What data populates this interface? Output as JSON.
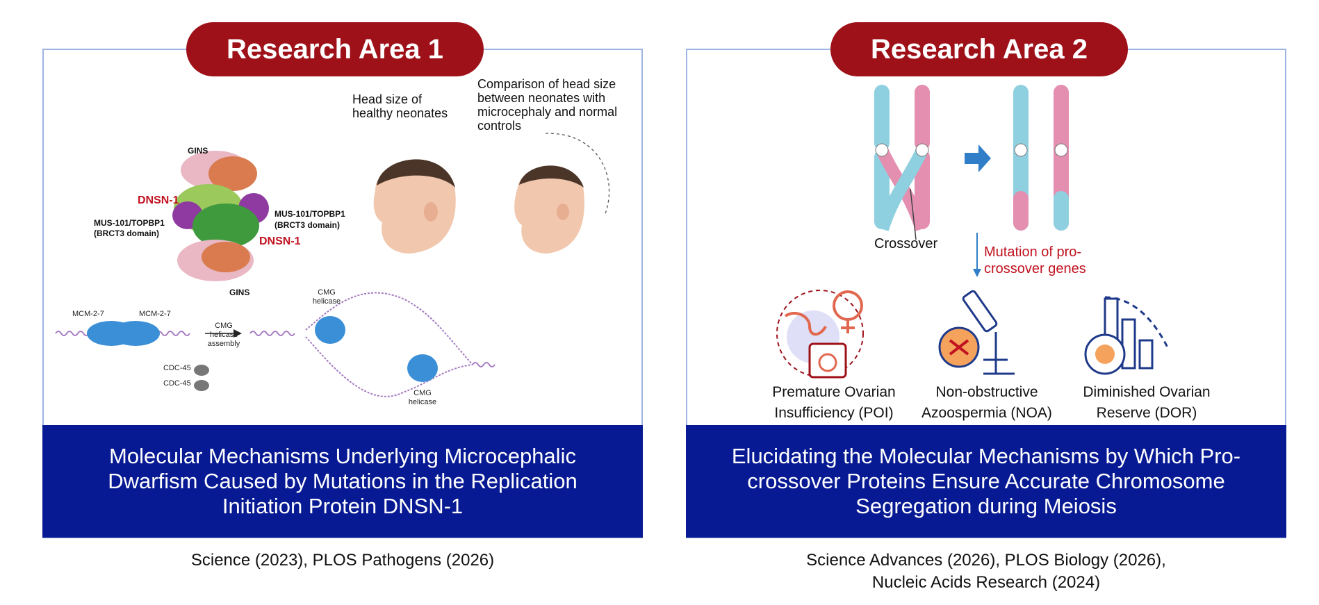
{
  "area1": {
    "pill": "Research Area 1",
    "head_healthy": "Head size of healthy neonates",
    "head_comparison": "Comparison of head size between neonates with microcephaly and normal controls",
    "mol": {
      "gins_top": "GINS",
      "dnsn_left": "DNSN-1",
      "mus_left_1": "MUS-101/TOPBP1",
      "mus_left_2": "(BRCT3 domain)",
      "mus_right_1": "MUS-101/TOPBP1",
      "mus_right_2": "(BRCT3 domain)",
      "dnsn_right": "DNSN-1",
      "gins_bottom": "GINS"
    },
    "diagram": {
      "mcm_left": "MCM-2-7",
      "mcm_right": "MCM-2-7",
      "cmg_assembly_1": "CMG",
      "cmg_assembly_2": "helicase",
      "cmg_assembly_3": "assembly",
      "cdc_1": "CDC-45",
      "cdc_2": "CDC-45",
      "cmg_top_1": "CMG",
      "cmg_top_2": "helicase",
      "cmg_bottom_1": "CMG",
      "cmg_bottom_2": "helicase"
    },
    "title": "Molecular Mechanisms Underlying Microcephalic Dwarfism Caused by Mutations in the Replication Initiation Protein DNSN-1",
    "citation": "Science (2023), PLOS Pathogens (2026)"
  },
  "area2": {
    "pill": "Research Area 2",
    "crossover": "Crossover",
    "mutation": "Mutation of pro-crossover genes",
    "conditions": [
      {
        "label": "Premature Ovarian Insufficiency (POI)",
        "icon": "ovary-clock-icon"
      },
      {
        "label": "Non-obstructive Azoospermia (NOA)",
        "icon": "microscope-icon"
      },
      {
        "label": "Diminished Ovarian Reserve (DOR)",
        "icon": "declining-chart-icon"
      }
    ],
    "title": "Elucidating the Molecular Mechanisms by Which Pro-crossover Proteins Ensure Accurate Chromosome Segregation during Meiosis",
    "citation_line1": "Science Advances (2026), PLOS Biology (2026),",
    "citation_line2": "Nucleic Acids Research (2024)"
  },
  "colors": {
    "pill": "#9e1119",
    "band": "#071a93",
    "panel_border": "#9fb4e2",
    "chromosome_blue": "#8fd0e0",
    "chromosome_pink": "#e48fb0",
    "accent_red": "#c1121f",
    "arrow_blue": "#2f7ec7"
  }
}
